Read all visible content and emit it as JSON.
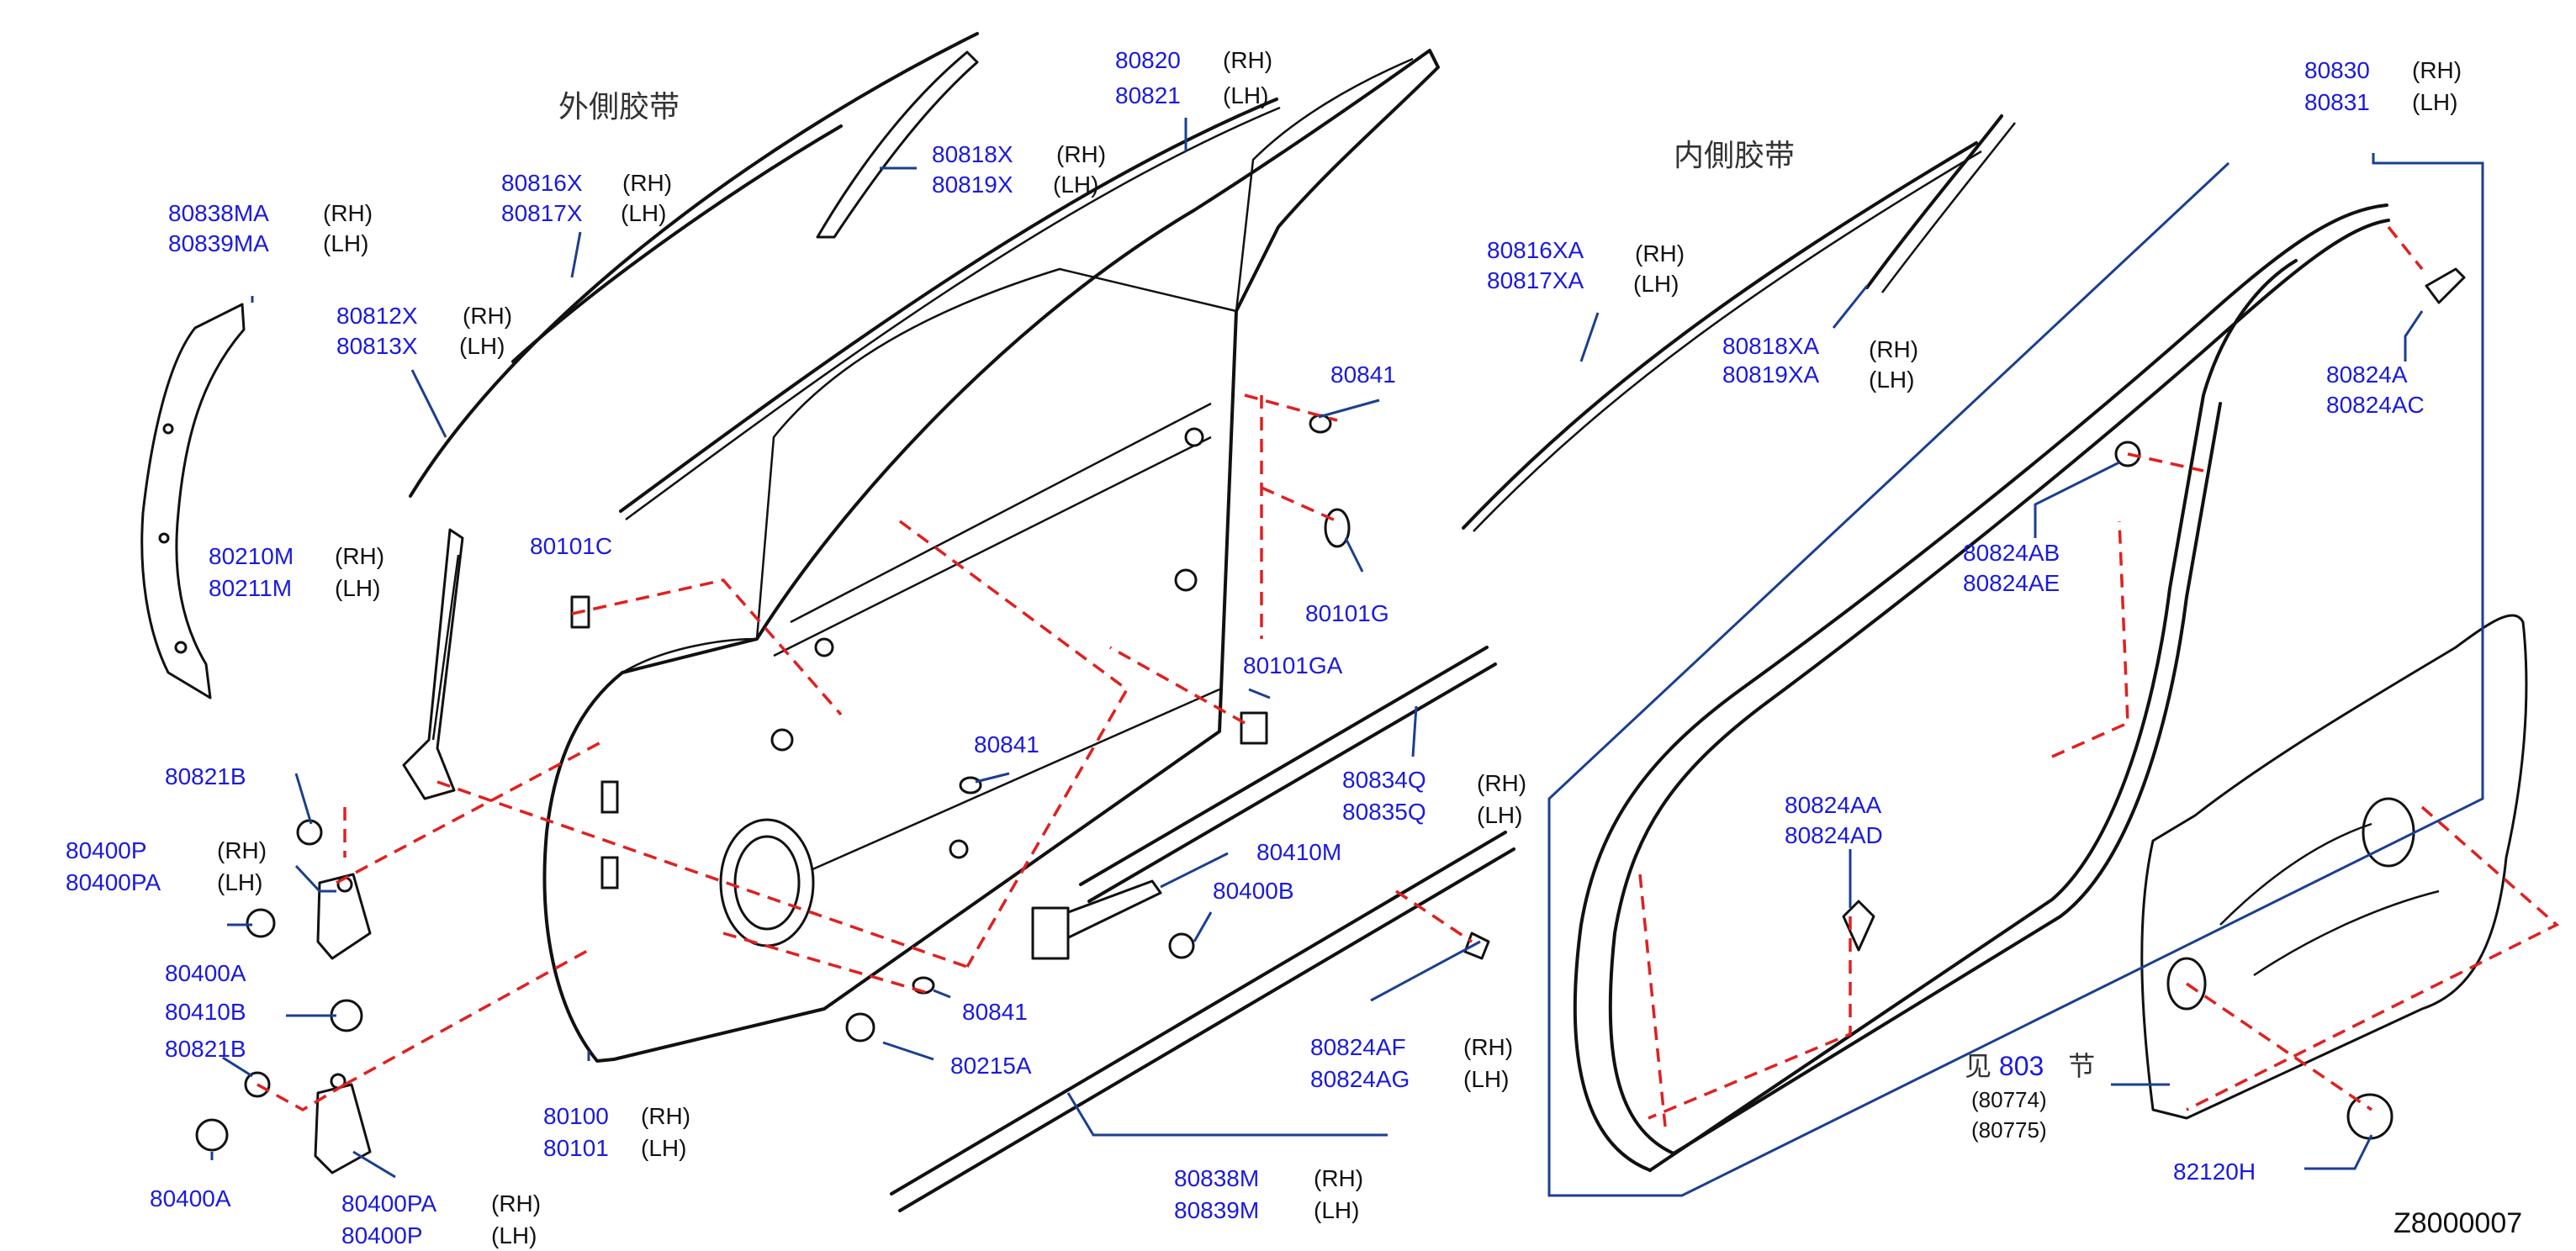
{
  "diagram_id": "Z8000007",
  "headings": {
    "outer_strip": "外側胶带",
    "inner_strip": "内側胶带"
  },
  "see_section": {
    "prefix": "见",
    "number": "803",
    "suffix": "节",
    "sub1": "(80774)",
    "sub2": "(80775)"
  },
  "callouts": [
    {
      "p1": "80838MA",
      "p2": "80839MA",
      "s1": "(RH)",
      "s2": "(LH)"
    },
    {
      "p1": "80812X",
      "p2": "80813X",
      "s1": "(RH)",
      "s2": "(LH)"
    },
    {
      "p1": "80816X",
      "p2": "80817X",
      "s1": "(RH)",
      "s2": "(LH)"
    },
    {
      "p1": "80818X",
      "p2": "80819X",
      "s1": "(RH)",
      "s2": "(LH)"
    },
    {
      "p1": "80820",
      "p2": "80821",
      "s1": "(RH)",
      "s2": "(LH)"
    },
    {
      "p1": "80210M",
      "p2": "80211M",
      "s1": "(RH)",
      "s2": "(LH)"
    },
    {
      "p1": "80101C"
    },
    {
      "p1": "80841"
    },
    {
      "p1": "80101G"
    },
    {
      "p1": "80101GA"
    },
    {
      "p1": "80841"
    },
    {
      "p1": "80834Q",
      "p2": "80835Q",
      "s1": "(RH)",
      "s2": "(LH)"
    },
    {
      "p1": "80821B"
    },
    {
      "p1": "80400P",
      "p2": "80400PA",
      "s1": "(RH)",
      "s2": "(LH)"
    },
    {
      "p1": "80400A"
    },
    {
      "p1": "80410B"
    },
    {
      "p1": "80821B"
    },
    {
      "p1": "80400A"
    },
    {
      "p1": "80400PA",
      "p2": "80400P",
      "s1": "(RH)",
      "s2": "(LH)"
    },
    {
      "p1": "80100",
      "p2": "80101",
      "s1": "(RH)",
      "s2": "(LH)"
    },
    {
      "p1": "80410M"
    },
    {
      "p1": "80400B"
    },
    {
      "p1": "80841"
    },
    {
      "p1": "80215A"
    },
    {
      "p1": "80824AF",
      "p2": "80824AG",
      "s1": "(RH)",
      "s2": "(LH)"
    },
    {
      "p1": "80838M",
      "p2": "80839M",
      "s1": "(RH)",
      "s2": "(LH)"
    },
    {
      "p1": "80816XA",
      "p2": "80817XA",
      "s1": "(RH)",
      "s2": "(LH)"
    },
    {
      "p1": "80818XA",
      "p2": "80819XA",
      "s1": "(RH)",
      "s2": "(LH)"
    },
    {
      "p1": "80830",
      "p2": "80831",
      "s1": "(RH)",
      "s2": "(LH)"
    },
    {
      "p1": "80824A",
      "p2": "80824AC"
    },
    {
      "p1": "80824AB",
      "p2": "80824AE"
    },
    {
      "p1": "80824AA",
      "p2": "80824AD"
    },
    {
      "p1": "82120H"
    }
  ],
  "colors": {
    "part_number": "#1a1adf",
    "leader": "#1b3f8f",
    "dashed_guide": "#e02020",
    "linework": "#111111"
  }
}
